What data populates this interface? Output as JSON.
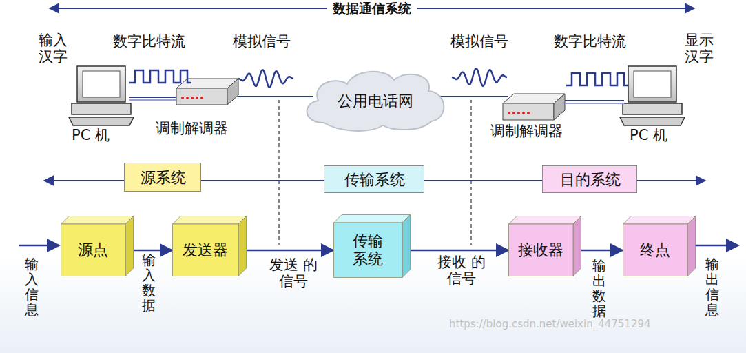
{
  "diagram": {
    "title": "数据通信系统",
    "nodes": [
      {
        "text": [
          "公用电话网"
        ]
      },
      {
        "text": [
          "源系统"
        ]
      },
      {
        "text": [
          "传输系统"
        ]
      },
      {
        "text": [
          "目的系统"
        ]
      },
      {
        "text": [
          "源点"
        ]
      },
      {
        "text": [
          "发送器"
        ]
      },
      {
        "text": [
          "传输 系统"
        ]
      },
      {
        "text": [
          "接收器"
        ]
      },
      {
        "text": [
          "终点"
        ]
      }
    ],
    "edges": [
      {
        "from": 4,
        "to": 5,
        "arrow": "to"
      },
      {
        "from": 5,
        "to": 6,
        "arrow": "to"
      },
      {
        "from": 6,
        "to": 7,
        "arrow": "to"
      },
      {
        "from": 7,
        "to": 8,
        "arrow": "to"
      }
    ],
    "labels": [
      "输入 汉字",
      "数字比特流",
      "模拟信号",
      "PC 机",
      "调制解调器",
      "模拟信号",
      "数字比特流",
      "显示 汉字",
      "调制解调器",
      "PC 机",
      "输入信息",
      "输入数据",
      "发送 的信号",
      "接收 的信号",
      "输出数据",
      "输出信息",
      "https://blog.csdn.net/weixin_44751294"
    ]
  }
}
